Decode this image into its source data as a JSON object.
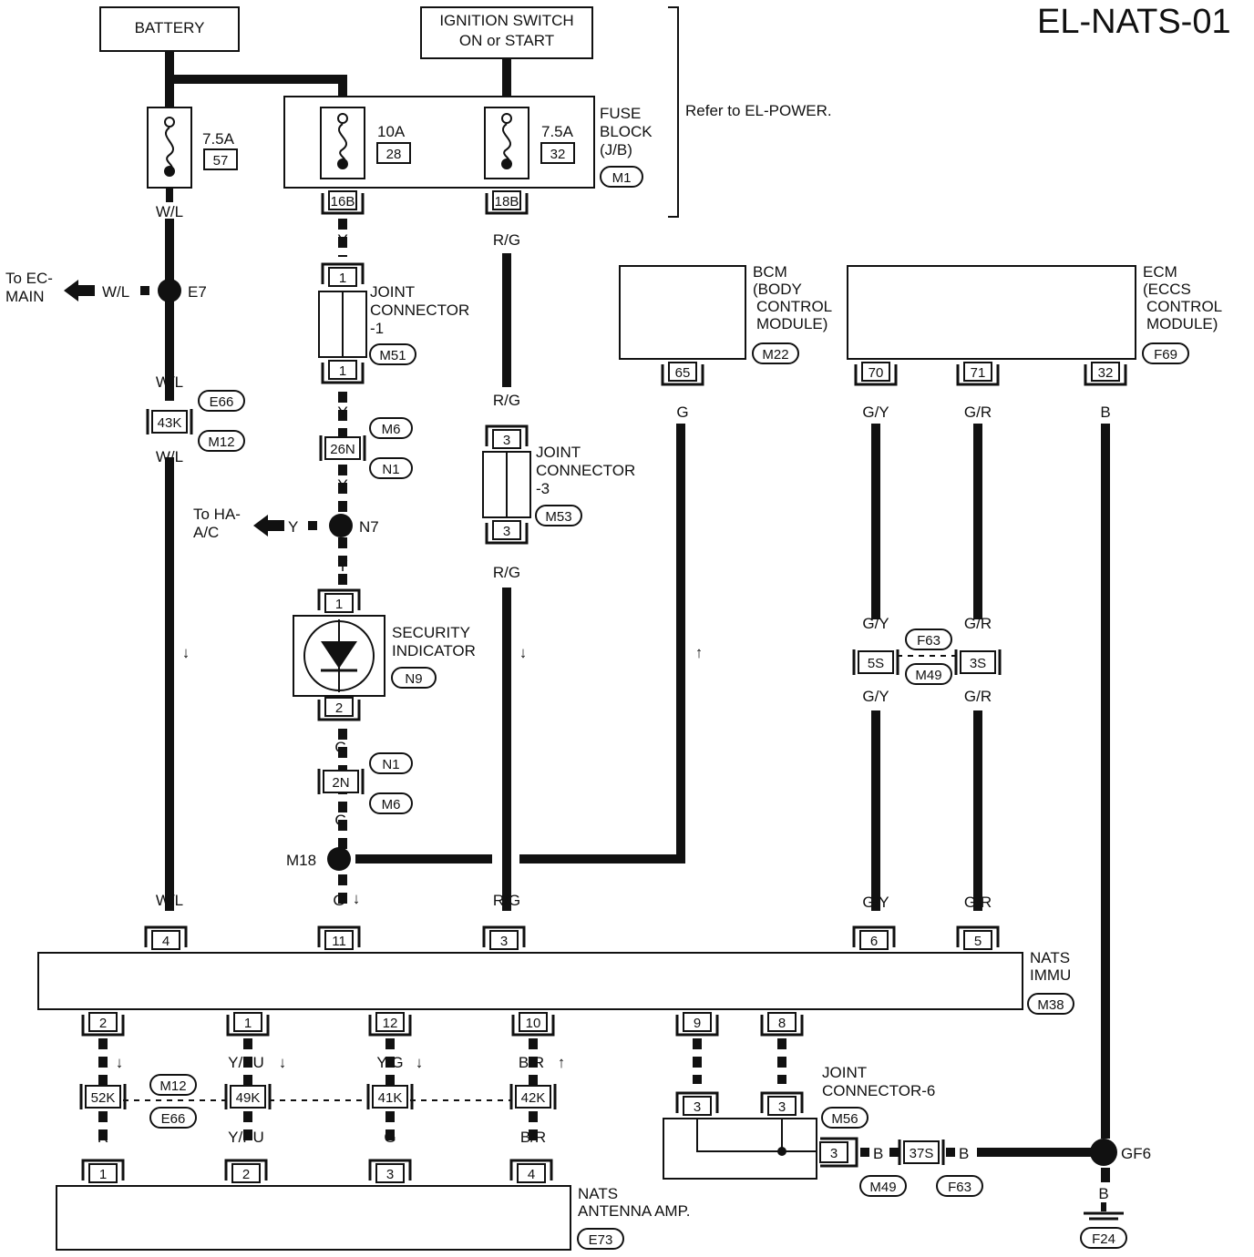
{
  "title": "EL-NATS-01",
  "note": "Refer to EL-POWER.",
  "labels": {
    "battery": "BATTERY",
    "ign1": "IGNITION SWITCH",
    "ign2": "ON or START",
    "fuse1": "FUSE",
    "fuse2": "BLOCK",
    "fuse3": "(J/B)",
    "jc1a": "JOINT",
    "jc1b": "CONNECTOR",
    "jc1c": "-1",
    "jc3a": "JOINT",
    "jc3b": "CONNECTOR",
    "jc3c": "-3",
    "jc6a": "JOINT",
    "jc6b": "CONNECTOR-6",
    "bcm1": "BCM",
    "bcm2": "(BODY",
    "bcm3": "CONTROL",
    "bcm4": "MODULE)",
    "ecm1": "ECM",
    "ecm2": "(ECCS",
    "ecm3": "CONTROL",
    "ecm4": "MODULE)",
    "sec1": "SECURITY",
    "sec2": "INDICATOR",
    "nats1": "NATS",
    "nats2": "IMMU",
    "amp1": "NATS",
    "amp2": "ANTENNA AMP.",
    "toec1": "To EC-",
    "toec2": "MAIN",
    "toha1": "To HA-",
    "toha2": "A/C"
  },
  "fuses": {
    "f57_amp": "7.5A",
    "f57_num": "57",
    "f28_amp": "10A",
    "f28_num": "28",
    "f32_amp": "7.5A",
    "f32_num": "32"
  },
  "codes": {
    "M1": "M1",
    "M51": "M51",
    "M53": "M53",
    "M22": "M22",
    "F69": "F69",
    "E66a": "E66",
    "M12a": "M12",
    "M6a": "M6",
    "N1a": "N1",
    "N9": "N9",
    "N1b": "N1",
    "M6b": "M6",
    "F63a": "F63",
    "M49a": "M49",
    "M38": "M38",
    "M12b": "M12",
    "E66b": "E66",
    "M56": "M56",
    "M49b": "M49",
    "F63b": "F63",
    "E73": "E73",
    "F24": "F24"
  },
  "splices": {
    "E7": "E7",
    "N7": "N7",
    "M18": "M18",
    "GF6": "GF6"
  },
  "pins": {
    "p16B": "16B",
    "p18B": "18B",
    "jc1_top": "1",
    "jc1_bot": "1",
    "p26N": "26N",
    "sec_top": "1",
    "sec_bot": "2",
    "p2N": "2N",
    "jc3_top": "3",
    "jc3_bot": "3",
    "bcm65": "65",
    "p43K": "43K",
    "ecm70": "70",
    "ecm71": "71",
    "ecm32": "32",
    "p5S": "5S",
    "p3S": "3S",
    "n4": "4",
    "n11": "11",
    "n3": "3",
    "n6": "6",
    "n5": "5",
    "n2": "2",
    "n1": "1",
    "n12": "12",
    "n10": "10",
    "n9": "9",
    "n8": "8",
    "p52K": "52K",
    "p49K": "49K",
    "p41K": "41K",
    "p42K": "42K",
    "a1": "1",
    "a2": "2",
    "a3": "3",
    "a4": "4",
    "jc6_a": "3",
    "jc6_b": "3",
    "jc6_c": "3",
    "p37S": "37S"
  },
  "wires": {
    "wl1": "W/L",
    "wl2": "W/L",
    "wl3": "W/L",
    "wl4": "W/L",
    "wl5": "W/L",
    "y1": "Y",
    "y2": "Y",
    "y3": "Y",
    "y4": "Y",
    "y5": "Y",
    "y6": "Y",
    "g1": "G",
    "g2": "G",
    "g3": "G",
    "g4": "G",
    "rg1": "R/G",
    "rg2": "R/G",
    "rg3": "R/G",
    "rg4": "R/G",
    "gy1": "G/Y",
    "gy2": "G/Y",
    "gy3": "G/Y",
    "gy4": "G/Y",
    "gr1": "G/R",
    "gr2": "G/R",
    "gr3": "G/R",
    "gr4": "G/R",
    "b1": "B",
    "b2": "B",
    "b3": "B",
    "b4": "B",
    "b5": "B",
    "b6": "B",
    "r1": "R",
    "r2": "R",
    "ypu1": "Y/PU",
    "ypu2": "Y/PU",
    "yg1": "Y/G",
    "g5": "G",
    "br1": "B/R",
    "br2": "B/R"
  }
}
